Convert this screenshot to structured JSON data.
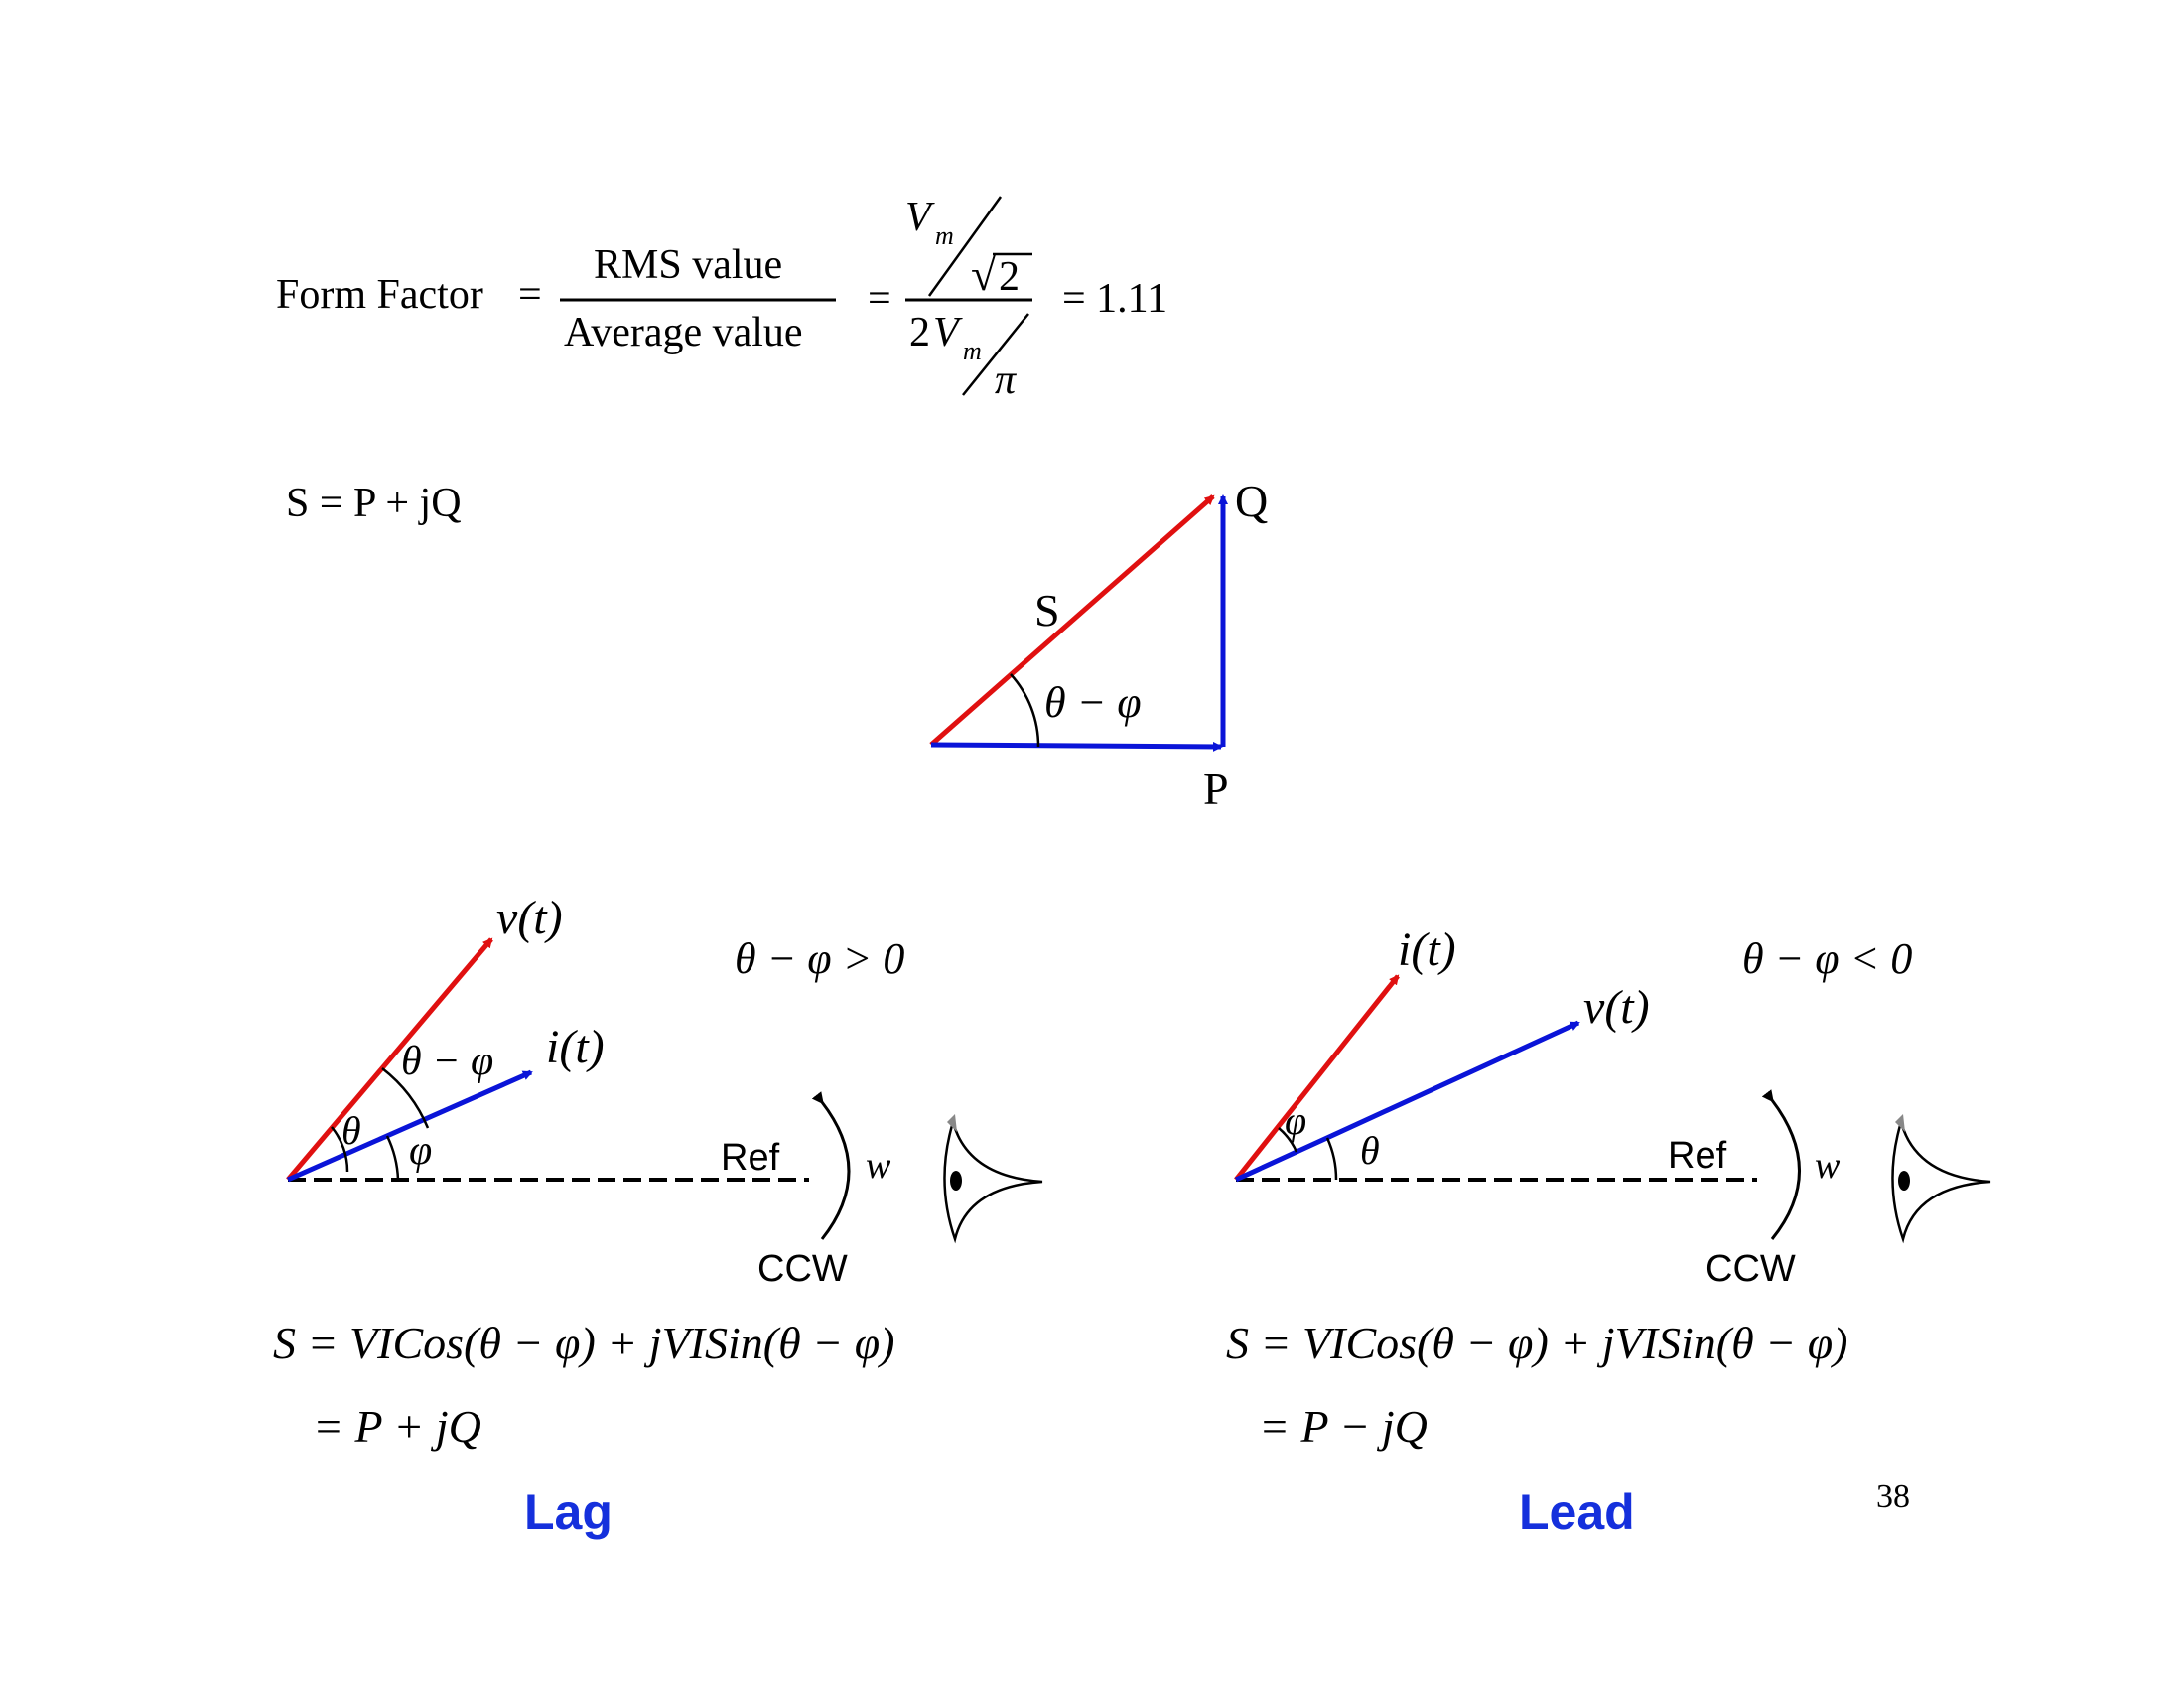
{
  "form_factor": {
    "label": "Form Factor",
    "eq": "=",
    "numerator": "RMS value",
    "denominator": "Average value",
    "eq2": "=",
    "vm_top": "V",
    "vm_top_sub": "m",
    "root_sign": "√",
    "root_val": "2",
    "two": "2",
    "vm_bot": "V",
    "vm_bot_sub": "m",
    "pi": "π",
    "result": "= 1.11"
  },
  "power_triangle": {
    "equation": "S = P + jQ",
    "label_s": "S",
    "label_q": "Q",
    "label_p": "P",
    "angle": "θ − φ"
  },
  "lag": {
    "v_label_main": "v",
    "v_label_arg": "(t)",
    "i_label_main": "i",
    "i_label_arg": "(t)",
    "angle_diff": "θ − φ",
    "theta": "θ",
    "phi": "φ",
    "ref": "Ref",
    "omega": "w",
    "ccw": "CCW",
    "condition": "θ − φ > 0",
    "eq1": "S = VICos(θ − φ) + jVISin(θ − φ)",
    "eq2": "= P + jQ",
    "title": "Lag"
  },
  "lead": {
    "i_label_main": "i",
    "i_label_arg": "(t)",
    "v_label_main": "v",
    "v_label_arg": "(t)",
    "phi": "φ",
    "theta": "θ",
    "ref": "Ref",
    "omega": "w",
    "ccw": "CCW",
    "condition": "θ − φ < 0",
    "eq1": "S = VICos(θ − φ) + jVISin(θ − φ)",
    "eq2": "= P − jQ",
    "title": "Lead"
  },
  "page_number": "38",
  "colors": {
    "red": "#e01010",
    "blue": "#0a14d8",
    "title_blue": "#1530dc",
    "black": "#000000"
  }
}
